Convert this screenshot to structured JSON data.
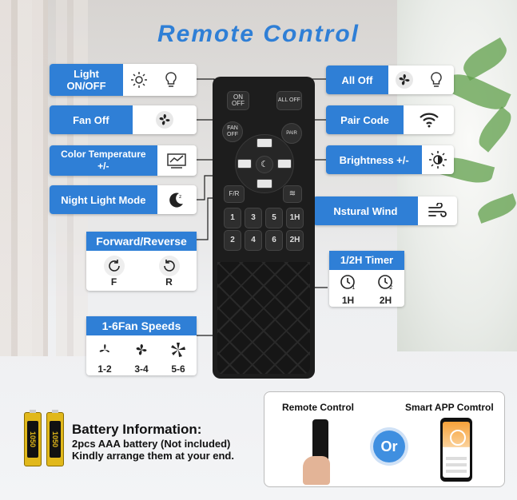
{
  "title": "Remote Control",
  "labels": {
    "light_on_off": "Light\nON/OFF",
    "fan_off": "Fan Off",
    "color_temp": "Color Temperature\n+/-",
    "night_light": "Night Light Mode",
    "all_off": "All Off",
    "pair_code": "Pair Code",
    "brightness": "Brightness +/-",
    "natural_wind": "Nstural Wind"
  },
  "forward_reverse": {
    "title": "Forward/Reverse",
    "f": "F",
    "r": "R"
  },
  "timer": {
    "title": "1/2H Timer",
    "h1": "1H",
    "h2": "2H"
  },
  "fan_speeds": {
    "title": "1-6Fan Speeds",
    "s12": "1-2",
    "s34": "3-4",
    "s56": "5-6"
  },
  "remote": {
    "on_off": "ON\nOFF",
    "all_off": "ALL OFF",
    "fan_off": "FAN\nOFF",
    "pair": "PAIR",
    "fr": "F/R",
    "digits": [
      "1",
      "3",
      "5",
      "1H",
      "2",
      "4",
      "6",
      "2H"
    ]
  },
  "battery": {
    "title": "Battery Information:",
    "line1": "2pcs AAA battery (Not included)",
    "line2": "Kindly arrange them at your end.",
    "brand": "1050"
  },
  "app": {
    "left": "Remote Control",
    "right": "Smart APP Comtrol",
    "or": "Or"
  },
  "colors": {
    "accent": "#2f7fd6",
    "remote": "#1d1d1d",
    "battery": "#e1b81b"
  }
}
